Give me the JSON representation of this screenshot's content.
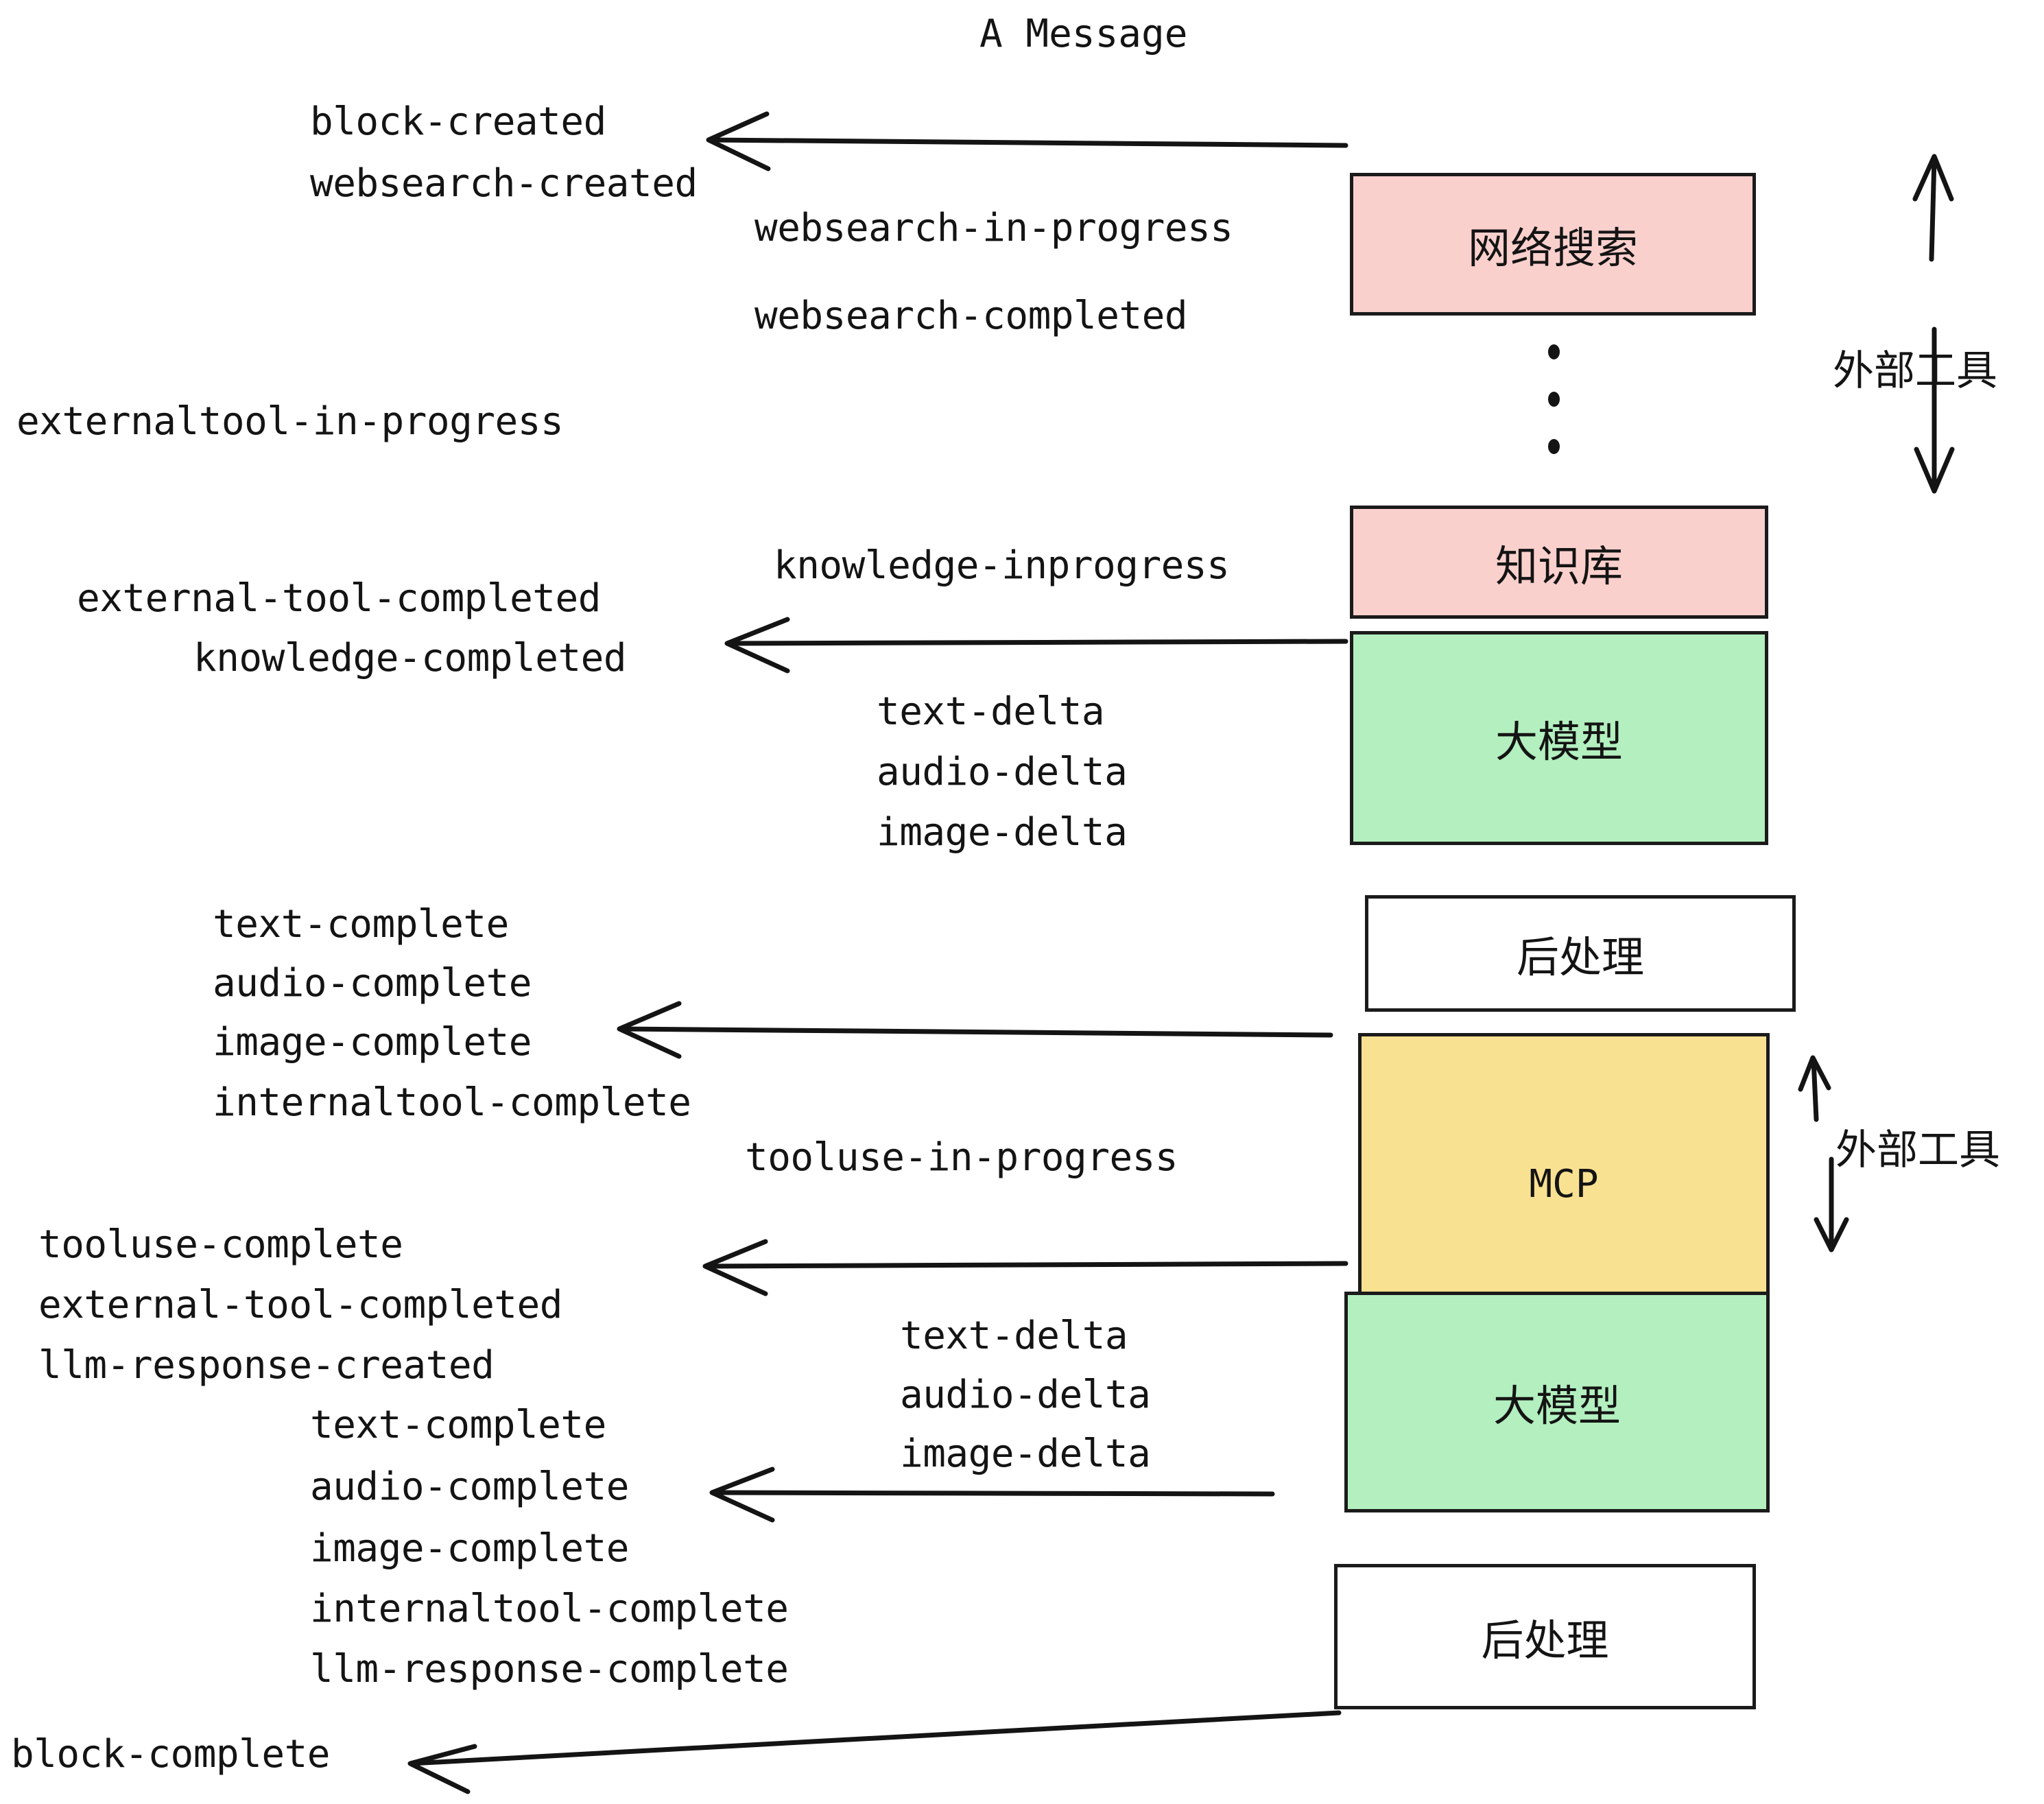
{
  "title": "A Message",
  "colors": {
    "pink": "#fad0cd",
    "green": "#b3efbf",
    "yellow": "#f9e192",
    "white": "#ffffff",
    "stroke": "#141414",
    "background": "#ffffff"
  },
  "boxes": [
    {
      "id": "websearch",
      "label": "网络搜索",
      "color": "pink"
    },
    {
      "id": "knowledgebase",
      "label": "知识库",
      "color": "pink"
    },
    {
      "id": "llm-1",
      "label": "大模型",
      "color": "green"
    },
    {
      "id": "postprocess-1",
      "label": "后处理",
      "color": "white"
    },
    {
      "id": "mcp",
      "label": "MCP",
      "color": "yellow"
    },
    {
      "id": "llm-2",
      "label": "大模型",
      "color": "green"
    },
    {
      "id": "postprocess-2",
      "label": "后处理",
      "color": "white"
    }
  ],
  "side_labels": [
    {
      "id": "external-tool-top",
      "label": "外部工具"
    },
    {
      "id": "external-tool-bottom",
      "label": "外部工具"
    }
  ],
  "events": {
    "block_created": "block-created",
    "websearch_created": "websearch-created",
    "websearch_in_progress": "websearch-in-progress",
    "websearch_completed": "websearch-completed",
    "externaltool_in_progress": "externaltool-in-progress",
    "knowledge_inprogress": "knowledge-inprogress",
    "external_tool_completed_1": "external-tool-completed",
    "knowledge_completed": "knowledge-completed",
    "text_delta_1": "text-delta",
    "audio_delta_1": "audio-delta",
    "image_delta_1": "image-delta",
    "text_complete_1": "text-complete",
    "audio_complete_1": "audio-complete",
    "image_complete_1": "image-complete",
    "internaltool_complete_1": "internaltool-complete",
    "tooluse_in_progress": "tooluse-in-progress",
    "tooluse_complete": "tooluse-complete",
    "external_tool_completed_2": "external-tool-completed",
    "llm_response_created": "llm-response-created",
    "text_delta_2": "text-delta",
    "audio_delta_2": "audio-delta",
    "image_delta_2": "image-delta",
    "text_complete_2": "text-complete",
    "audio_complete_2": "audio-complete",
    "image_complete_2": "image-complete",
    "internaltool_complete_2": "internaltool-complete",
    "llm_response_complete": "llm-response-complete",
    "block_complete": "block-complete"
  }
}
